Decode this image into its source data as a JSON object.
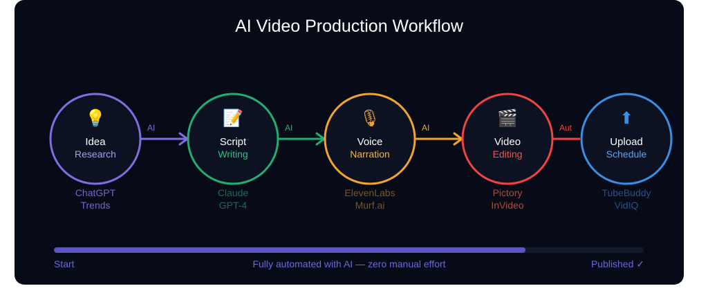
{
  "title": "AI Video Production Workflow",
  "nodes": [
    {
      "icon": "lightbulb-icon",
      "glyph": "💡",
      "title": "Idea",
      "subtitle": "Research",
      "tools": [
        "ChatGPT",
        "Trends"
      ],
      "color": "#7e6fde",
      "subtitle_color": "#a79df0",
      "tool_color": "#7066cf"
    },
    {
      "icon": "script-icon",
      "glyph": "📝",
      "title": "Script",
      "subtitle": "Writing",
      "tools": [
        "Claude",
        "GPT-4"
      ],
      "color": "#1fae74",
      "subtitle_color": "#2bc184",
      "tool_color": "#1d6b4c"
    },
    {
      "icon": "microphone-icon",
      "glyph": "🎙",
      "title": "Voice",
      "subtitle": "Narration",
      "tools": [
        "ElevenLabs",
        "Murf.ai"
      ],
      "color": "#f2a52d",
      "subtitle_color": "#f7b642",
      "tool_color": "#7a5622"
    },
    {
      "icon": "clapperboard-icon",
      "glyph": "🎬",
      "title": "Video",
      "subtitle": "Editing",
      "tools": [
        "Pictory",
        "InVideo"
      ],
      "color": "#ef4442",
      "subtitle_color": "#f2544d",
      "tool_color": "#b34a33"
    },
    {
      "icon": "upload-arrow-icon",
      "glyph": "⬆",
      "title": "Upload",
      "subtitle": "Schedule",
      "tools": [
        "TubeBuddy",
        "VidIQ"
      ],
      "color": "#3a8fe3",
      "subtitle_color": "#5aa6f2",
      "tool_color": "#26518a"
    }
  ],
  "connectors": [
    {
      "label": "AI",
      "color": "#7e6fde"
    },
    {
      "label": "AI",
      "color": "#1fae74"
    },
    {
      "label": "AI",
      "color": "#f2a52d"
    },
    {
      "label": "Aut",
      "color": "#ef4442"
    }
  ],
  "progress": {
    "fraction": 0.8,
    "start_label": "Start",
    "center_label": "Fully automated with AI — zero manual effort",
    "end_label": "Published ✓"
  },
  "colors": {
    "background": "#060b17",
    "title": "#ffffff",
    "progress_fill": "#5b57c2",
    "progress_track": "#131a2a",
    "progress_text": "#6a68d8"
  }
}
